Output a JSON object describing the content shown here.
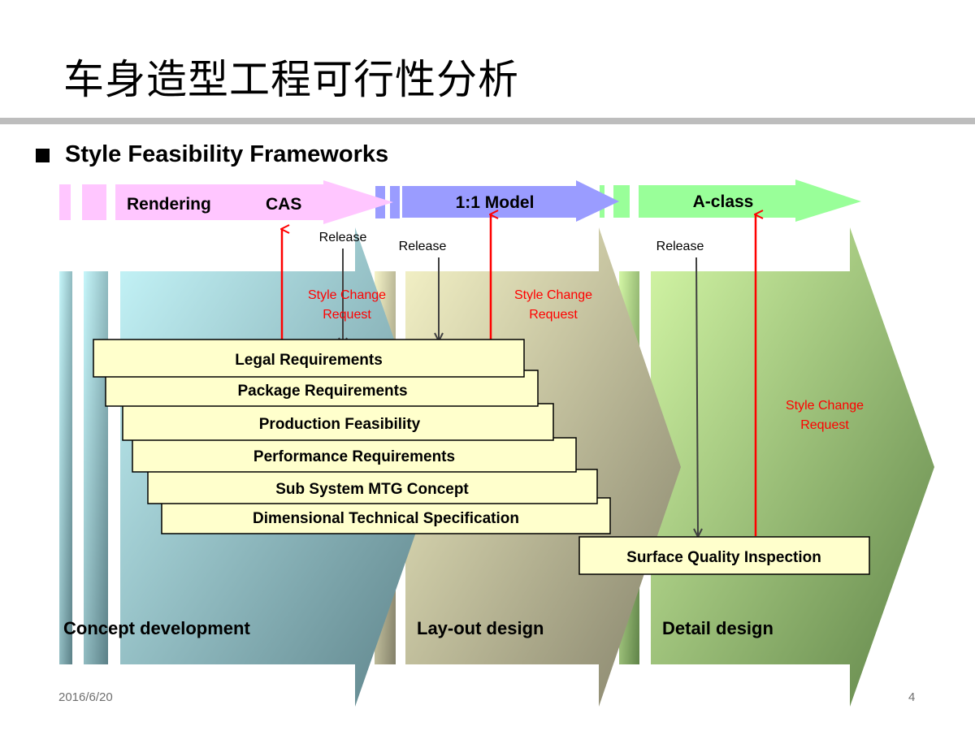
{
  "slide": {
    "title": "车身造型工程可行性分析",
    "subtitle": "Style Feasibility Frameworks",
    "date": "2016/6/20",
    "page_number": "4"
  },
  "timeline": {
    "rendering": "Rendering",
    "cas": "CAS",
    "model": "1:1 Model",
    "aclass": "A-class"
  },
  "releases": [
    "Release",
    "Release",
    "Release"
  ],
  "requests": [
    {
      "line1": "Style Change",
      "line2": "Request"
    },
    {
      "line1": "Style Change",
      "line2": "Request"
    },
    {
      "line1": "Style Change",
      "line2": "Request"
    }
  ],
  "requirements": [
    "Legal Requirements",
    "Package Requirements",
    "Production Feasibility",
    "Performance Requirements",
    "Sub System MTG Concept",
    "Dimensional Technical Specification"
  ],
  "inspection": "Surface Quality Inspection",
  "phases": [
    "Concept development",
    "Lay-out design",
    "Detail design"
  ],
  "colors": {
    "pink": "#ffc6ff",
    "blue": "#9a9cff",
    "green": "#99ff99",
    "box_fill": "#ffffcc",
    "red_arrow": "#ff0000",
    "dark_arrow": "#404040"
  }
}
